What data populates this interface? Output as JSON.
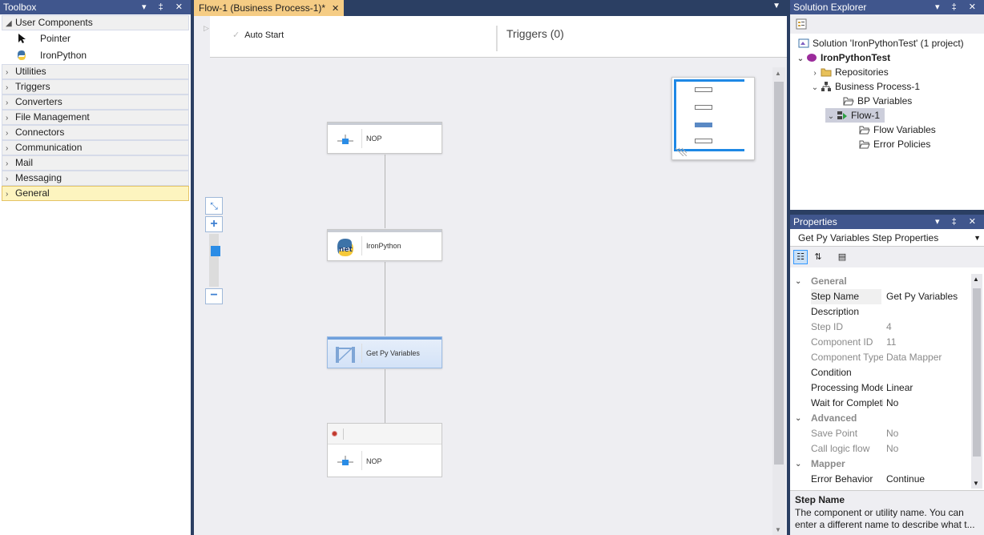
{
  "toolbox": {
    "title": "Toolbox",
    "controls": "▾ ‡ ✕",
    "user_components": {
      "label": "User Components",
      "items": [
        {
          "label": "Pointer",
          "icon": "pointer-icon"
        },
        {
          "label": "IronPython",
          "icon": "python-icon"
        }
      ]
    },
    "categories": [
      "Utilities",
      "Triggers",
      "Converters",
      "File Management",
      "Connectors",
      "Communication",
      "Mail",
      "Messaging",
      "General"
    ],
    "selected_category": "General"
  },
  "designer": {
    "tab_label": "Flow-1 (Business Process-1)*",
    "tab_close": "✕",
    "tab_dropdown": "▼",
    "auto_start_label": "Auto Start",
    "triggers_label": "Triggers (0)",
    "steps": [
      {
        "label": "NOP",
        "icon": "nop-icon"
      },
      {
        "label": "IronPython",
        "icon": "python-net-icon"
      },
      {
        "label": "Get Py Variables",
        "icon": "data-mapper-icon"
      },
      {
        "label": "NOP",
        "icon": "nop-icon"
      }
    ],
    "zoom": {
      "fit": "⤡",
      "in": "+",
      "out": "−"
    },
    "zoom_level": 0.72
  },
  "solution_explorer": {
    "title": "Solution Explorer",
    "controls": "▾ ‡ ✕",
    "nodes": [
      {
        "label": "Solution 'IronPythonTest' (1 project)"
      },
      {
        "label": "IronPythonTest"
      },
      {
        "label": "Repositories"
      },
      {
        "label": "Business Process-1"
      },
      {
        "label": "BP Variables"
      },
      {
        "label": "Flow-1"
      },
      {
        "label": "Flow Variables"
      },
      {
        "label": "Error Policies"
      }
    ]
  },
  "properties": {
    "title": "Properties",
    "controls": "▾ ‡ ✕",
    "object": "Get Py Variables Step Properties",
    "categories": {
      "general": "General",
      "advanced": "Advanced",
      "mapper": "Mapper"
    },
    "general_rows": [
      {
        "name": "Step Name",
        "value": "Get Py Variables",
        "readonly": false
      },
      {
        "name": "Description",
        "value": "",
        "readonly": false
      },
      {
        "name": "Step ID",
        "value": "4",
        "readonly": true
      },
      {
        "name": "Component ID",
        "value": "11",
        "readonly": true
      },
      {
        "name": "Component Type",
        "value": "Data Mapper",
        "readonly": true
      },
      {
        "name": "Condition",
        "value": "",
        "readonly": false
      },
      {
        "name": "Processing Mode",
        "value": "Linear",
        "readonly": false
      },
      {
        "name": "Wait for Completion",
        "value": "No",
        "readonly": false
      }
    ],
    "advanced_rows": [
      {
        "name": "Save Point",
        "value": "No",
        "readonly": true
      },
      {
        "name": "Call logic flow",
        "value": "No",
        "readonly": true
      }
    ],
    "mapper_rows": [
      {
        "name": "Error Behavior",
        "value": "Continue",
        "readonly": false
      }
    ],
    "description_title": "Step Name",
    "description_text": "The component or utility name. You can enter a different name to describe what t..."
  }
}
